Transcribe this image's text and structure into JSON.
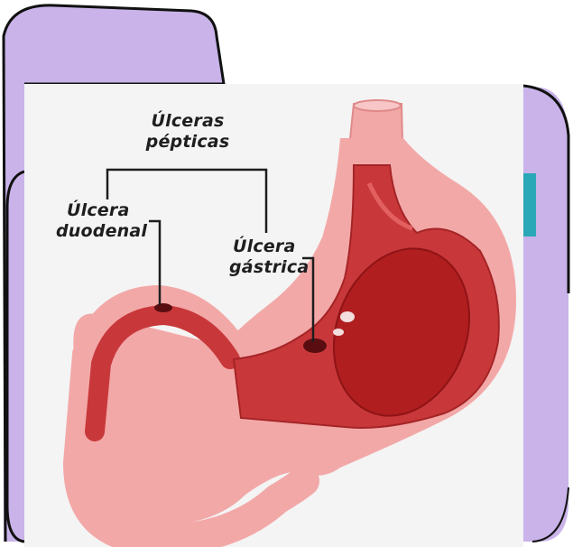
{
  "diagram": {
    "group_label": {
      "line1": "Úlceras",
      "line2": "pépticas"
    },
    "duodenal_label": {
      "line1": "Úlcera",
      "line2": "duodenal"
    },
    "gastric_label": {
      "line1": "Úlcera",
      "line2": "gástrica"
    }
  },
  "colors": {
    "card_background": "#c9b3e9",
    "card_border": "#111111",
    "panel_background": "#f4f4f4",
    "stomach_outer": "#f3a8a8",
    "stomach_tissue": "#c8383a",
    "ulcer_dark": "#5a0d10",
    "teal_accent": "#2aa8b8"
  }
}
